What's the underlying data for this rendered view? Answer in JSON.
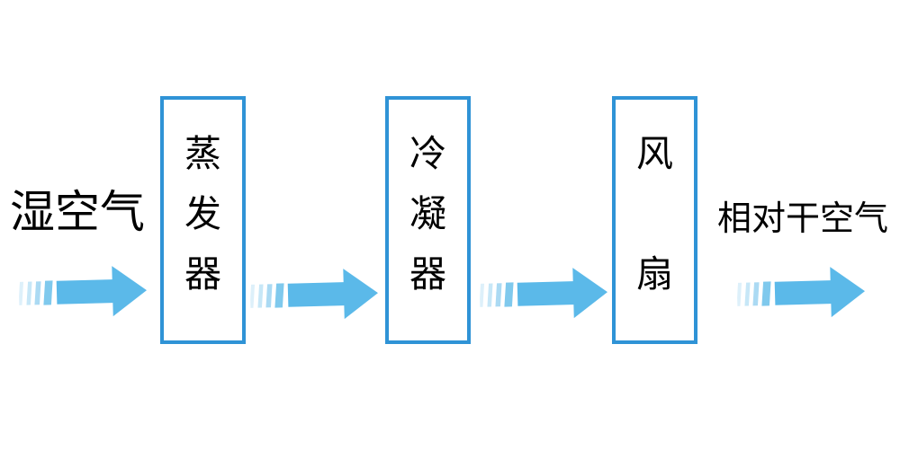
{
  "diagram": {
    "description": "air-dehumidification-process-flow",
    "flow_direction": "left-to-right",
    "input_label": "湿空气",
    "output_label": "相对干空气",
    "stages": [
      {
        "id": "evaporator",
        "label": "蒸发器",
        "lines": [
          "蒸",
          "发",
          "器"
        ]
      },
      {
        "id": "condenser",
        "label": "冷凝器",
        "lines": [
          "冷",
          "凝",
          "器"
        ]
      },
      {
        "id": "fan",
        "label": "风扇",
        "lines": [
          "风",
          "",
          "扇"
        ]
      }
    ],
    "colors": {
      "background": "#ffffff",
      "box_border": "#2f93d6",
      "box_fill": "#ffffff",
      "text": "#000000",
      "arrow_body": "#5bb9e9",
      "arrow_stripes": [
        "#ddf0fa",
        "#c7e7f7",
        "#abdaf3",
        "#7fc9ed"
      ]
    }
  }
}
